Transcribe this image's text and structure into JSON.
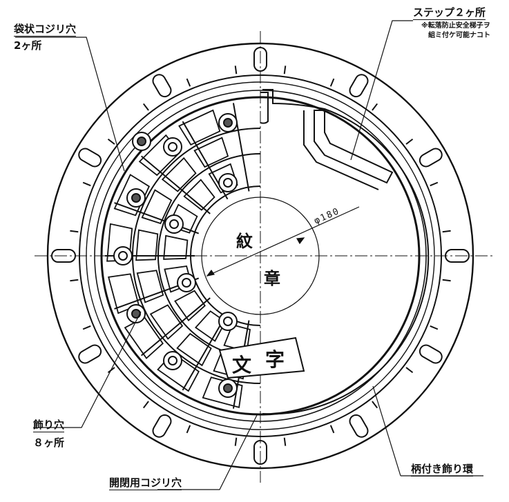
{
  "labels": {
    "pocket_hole": "袋状コジリ穴",
    "pocket_hole_count": "2ヶ所",
    "step": "ステップ２ヶ所",
    "step_note1": "※転落防止安全梯子ヲ",
    "step_note2": "組ミ付ケ可能ナコト",
    "decor_hole": "飾り穴",
    "decor_hole_count": "８ヶ所",
    "open_hole": "開閉用コジリ穴",
    "ring": "柄付き飾り環",
    "dimension": "φ180",
    "crest1": "紋",
    "crest2": "章",
    "text_char1": "文",
    "text_char2": "字"
  }
}
